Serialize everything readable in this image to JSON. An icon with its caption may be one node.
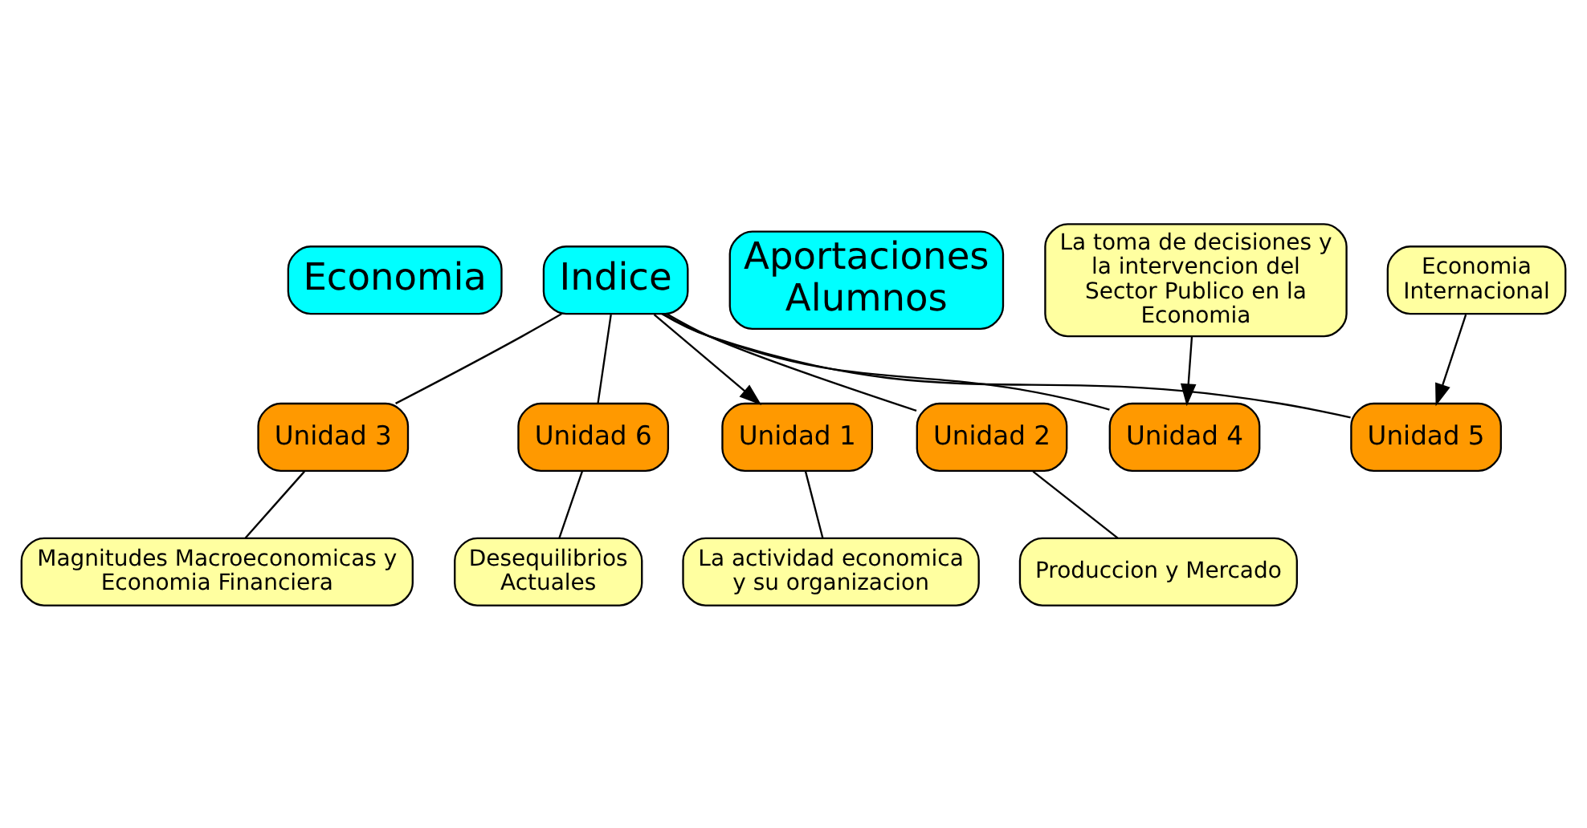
{
  "diagram": {
    "nodes": [
      {
        "text": [
          "Economia"
        ]
      },
      {
        "text": [
          "Indice"
        ]
      },
      {
        "text": [
          "Aportaciones Alumnos"
        ]
      },
      {
        "text": [
          "Unidad 1"
        ]
      },
      {
        "text": [
          "La actividad economica y su organizacion"
        ]
      },
      {
        "text": [
          "Unidad 2"
        ]
      },
      {
        "text": [
          "Produccion y Mercado"
        ]
      },
      {
        "text": [
          "Unidad 3"
        ]
      },
      {
        "text": [
          "Magnitudes Macroeconomicas y Economia Financiera"
        ]
      },
      {
        "text": [
          "Unidad 4"
        ]
      },
      {
        "text": [
          "La toma de decisiones y la intervencion del Sector Publico en la Economia"
        ]
      },
      {
        "text": [
          "Unidad 5"
        ]
      },
      {
        "text": [
          "Economia Internacional"
        ]
      },
      {
        "text": [
          "Unidad 6"
        ]
      },
      {
        "text": [
          "Desequilibrios Actuales"
        ]
      }
    ],
    "edges": [
      {
        "from": 1,
        "to": 3,
        "arrow": "to"
      },
      {
        "from": 1,
        "to": 5,
        "arrow": "none"
      },
      {
        "from": 1,
        "to": 7,
        "arrow": "none"
      },
      {
        "from": 1,
        "to": 9,
        "arrow": "none"
      },
      {
        "from": 1,
        "to": 11,
        "arrow": "none"
      },
      {
        "from": 1,
        "to": 13,
        "arrow": "none"
      },
      {
        "from": 3,
        "to": 4,
        "arrow": "none"
      },
      {
        "from": 5,
        "to": 6,
        "arrow": "none"
      },
      {
        "from": 7,
        "to": 8,
        "arrow": "none"
      },
      {
        "from": 10,
        "to": 9,
        "arrow": "to"
      },
      {
        "from": 12,
        "to": 11,
        "arrow": "to"
      },
      {
        "from": 13,
        "to": 14,
        "arrow": "none"
      }
    ]
  }
}
